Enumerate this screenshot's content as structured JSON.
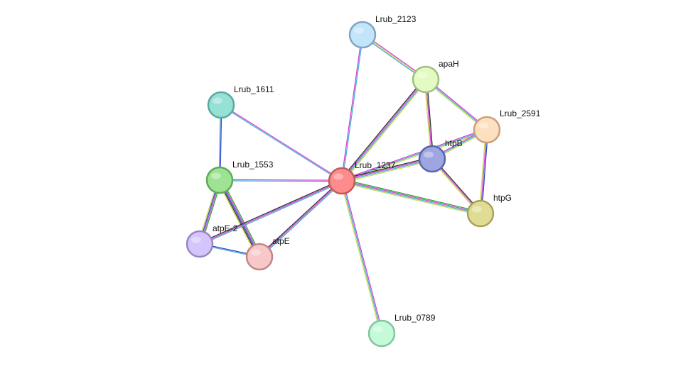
{
  "nodes": [
    {
      "id": "Lrub_1237",
      "label": "Lrub_1237",
      "color": "#ff8c8c",
      "stroke": "#c05a5a",
      "center": true
    },
    {
      "id": "Lrub_2123",
      "label": "Lrub_2123",
      "color": "#c2e5fa",
      "stroke": "#7fa5c0"
    },
    {
      "id": "apaH",
      "label": "apaH",
      "color": "#e3fac2",
      "stroke": "#9fbf7f"
    },
    {
      "id": "Lrub_2591",
      "label": "Lrub_2591",
      "color": "#fde0c0",
      "stroke": "#c9a07a"
    },
    {
      "id": "htpB",
      "label": "htpB",
      "color": "#9da6e0",
      "stroke": "#5b64a8"
    },
    {
      "id": "htpG",
      "label": "htpG",
      "color": "#e0dc94",
      "stroke": "#a8a25b"
    },
    {
      "id": "Lrub_1611",
      "label": "Lrub_1611",
      "color": "#96e1d6",
      "stroke": "#5aa89e"
    },
    {
      "id": "Lrub_1553",
      "label": "Lrub_1553",
      "color": "#9ee394",
      "stroke": "#5faa57"
    },
    {
      "id": "atpE-2",
      "label": "atpE-2",
      "color": "#d6c4fc",
      "stroke": "#9686c4"
    },
    {
      "id": "atpE",
      "label": "atpE",
      "color": "#f8c8c8",
      "stroke": "#c08686"
    },
    {
      "id": "Lrub_0789",
      "label": "Lrub_0789",
      "color": "#c4fad8",
      "stroke": "#84c49e"
    }
  ],
  "edges": [
    {
      "source": "Lrub_1237",
      "target": "Lrub_2123",
      "colors": [
        "#d744d7",
        "#44b0d7"
      ]
    },
    {
      "source": "Lrub_2123",
      "target": "apaH",
      "colors": [
        "#d744d7",
        "#c8e04c",
        "#44b0d7"
      ]
    },
    {
      "source": "Lrub_1237",
      "target": "apaH",
      "colors": [
        "#333333",
        "#d744d7",
        "#44b0d7",
        "#c8e04c"
      ]
    },
    {
      "source": "apaH",
      "target": "Lrub_2591",
      "colors": [
        "#d744d7",
        "#44b0d7",
        "#c8e04c"
      ]
    },
    {
      "source": "apaH",
      "target": "htpB",
      "colors": [
        "#333333",
        "#d744d7",
        "#c8e04c"
      ]
    },
    {
      "source": "Lrub_1237",
      "target": "Lrub_2591",
      "colors": [
        "#d744d7",
        "#44b0d7",
        "#c8e04c"
      ]
    },
    {
      "source": "htpB",
      "target": "Lrub_2591",
      "colors": [
        "#d744d7",
        "#44b0d7",
        "#c8e04c"
      ]
    },
    {
      "source": "Lrub_2591",
      "target": "htpG",
      "colors": [
        "#3344cc",
        "#d744d7",
        "#c8e04c"
      ]
    },
    {
      "source": "htpB",
      "target": "htpG",
      "colors": [
        "#333333",
        "#d744d7",
        "#c8e04c"
      ]
    },
    {
      "source": "Lrub_1237",
      "target": "htpB",
      "colors": [
        "#333333",
        "#d744d7",
        "#44b0d7",
        "#c8e04c"
      ]
    },
    {
      "source": "Lrub_1237",
      "target": "htpG",
      "colors": [
        "#33aa33",
        "#d744d7",
        "#44b0d7",
        "#c8e04c"
      ]
    },
    {
      "source": "Lrub_1611",
      "target": "Lrub_1237",
      "colors": [
        "#d744d7",
        "#44b0d7"
      ]
    },
    {
      "source": "Lrub_1611",
      "target": "Lrub_1553",
      "colors": [
        "#3344cc",
        "#44b0d7"
      ]
    },
    {
      "source": "Lrub_1553",
      "target": "Lrub_1237",
      "colors": [
        "#d744d7",
        "#44b0d7"
      ]
    },
    {
      "source": "Lrub_1553",
      "target": "atpE-2",
      "colors": [
        "#33aa33",
        "#d744d7",
        "#3344cc",
        "#c8e04c"
      ]
    },
    {
      "source": "Lrub_1553",
      "target": "atpE",
      "colors": [
        "#33aa33",
        "#d744d7",
        "#3344cc",
        "#333333",
        "#c8e04c"
      ]
    },
    {
      "source": "atpE-2",
      "target": "atpE",
      "colors": [
        "#3344cc",
        "#44b0d7"
      ]
    },
    {
      "source": "atpE-2",
      "target": "Lrub_1237",
      "colors": [
        "#333333",
        "#d744d7",
        "#44b0d7"
      ]
    },
    {
      "source": "atpE",
      "target": "Lrub_1237",
      "colors": [
        "#333333",
        "#d744d7",
        "#44b0d7"
      ]
    },
    {
      "source": "Lrub_1237",
      "target": "Lrub_0789",
      "colors": [
        "#d744d7",
        "#44b0d7",
        "#c8e04c"
      ]
    }
  ]
}
